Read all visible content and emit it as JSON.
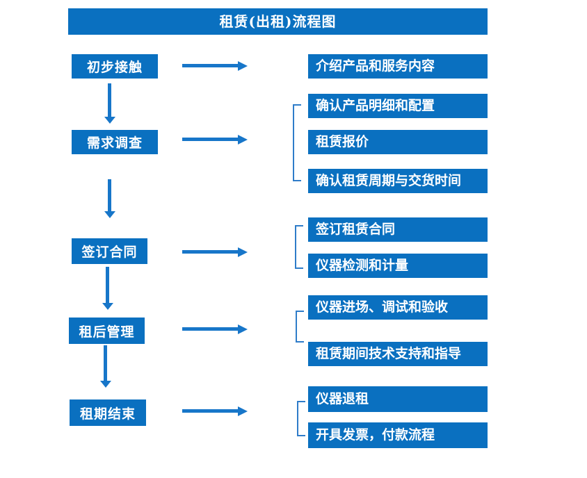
{
  "title": "租赁(出租)流程图",
  "colors": {
    "primary": "#0a70c0",
    "arrow": "#1776c9",
    "bracket": "#2e7cc9",
    "text": "#ffffff"
  },
  "steps": [
    {
      "label": "初步接触",
      "details": [
        "介绍产品和服务内容"
      ]
    },
    {
      "label": "需求调查",
      "details": [
        "确认产品明细和配置",
        "租赁报价",
        "确认租赁周期与交货时间"
      ]
    },
    {
      "label": "签订合同",
      "details": [
        "签订租赁合同",
        "仪器检测和计量"
      ]
    },
    {
      "label": "租后管理",
      "details": [
        "仪器进场、调试和验收",
        "租赁期间技术支持和指导"
      ]
    },
    {
      "label": "租期结束",
      "details": [
        "仪器退租",
        "开具发票，付款流程"
      ]
    }
  ]
}
